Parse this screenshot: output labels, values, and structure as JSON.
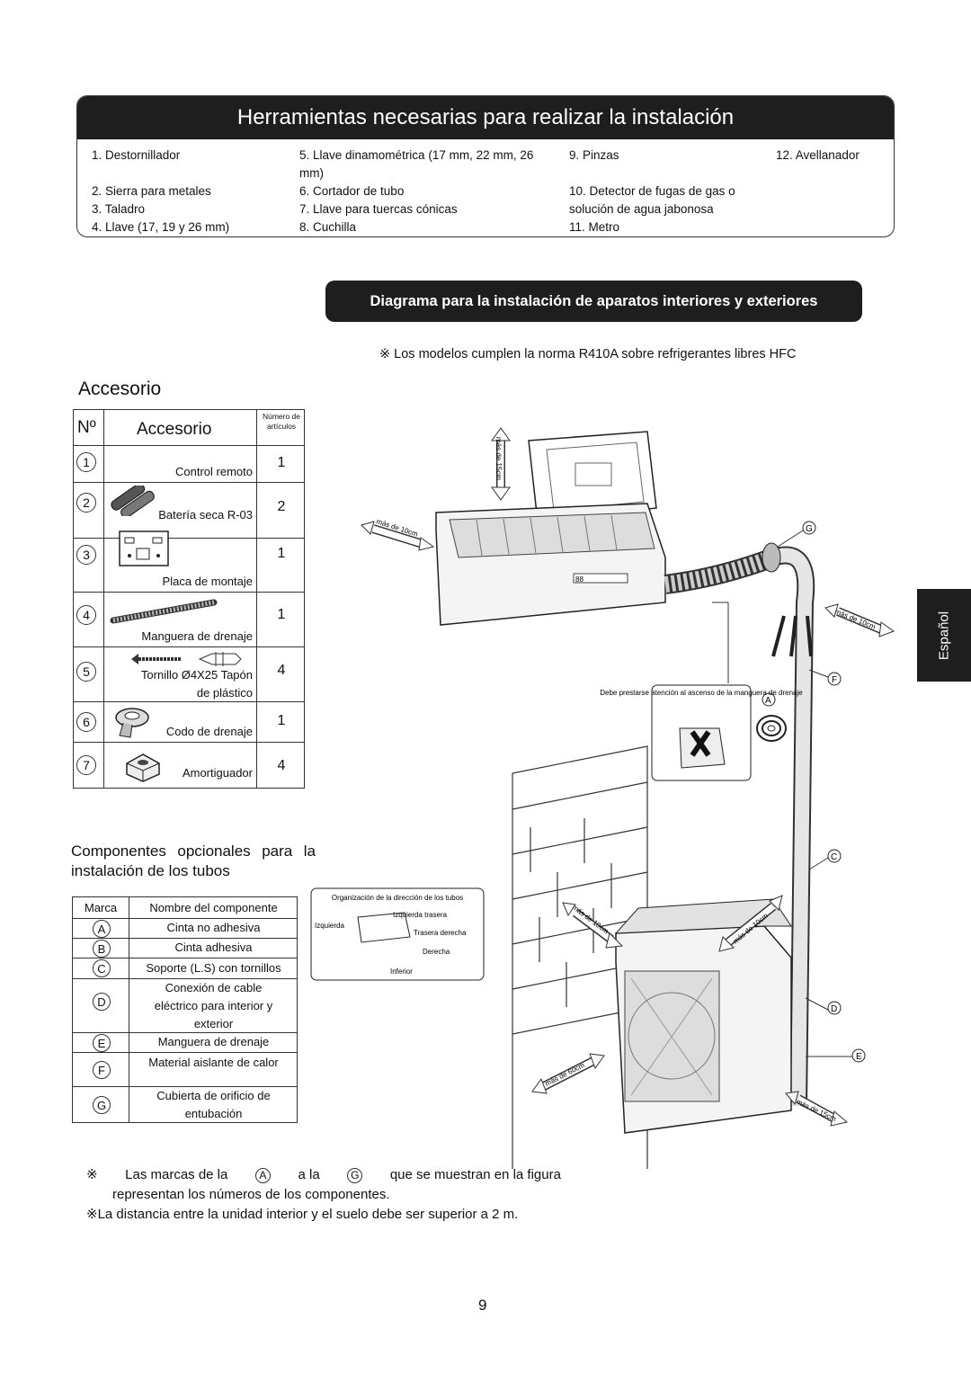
{
  "tools": {
    "title": "Herramientas necesarias para realizar la instalación",
    "items": [
      "1. Destornillador",
      "2. Sierra para metales",
      "3. Taladro",
      "4. Llave (17, 19 y 26 mm)",
      "5. Llave dinamométrica (17 mm, 22 mm, 26 mm)",
      "6. Cortador de tubo",
      "7. Llave para tuercas cónicas",
      "8. Cuchilla",
      "9. Pinzas",
      "10. Detector de fugas de gas o solución de agua jabonosa",
      "11. Metro",
      "12. Avellanador"
    ]
  },
  "diagram_banner": "Diagrama para la instalación de aparatos interiores y exteriores",
  "hfc_note": "※ Los modelos cumplen la norma R410A sobre refrigerantes libres HFC",
  "accessory_title": "Accesorio",
  "accessory_table": {
    "col_no": "Nº",
    "col_name": "Accesorio",
    "col_qty": "Número de artículos",
    "rows": [
      {
        "no": "1",
        "name": "Control remoto",
        "qty": "1"
      },
      {
        "no": "2",
        "name": "Batería seca R-03",
        "qty": "2"
      },
      {
        "no": "3",
        "name": "Placa de montaje",
        "qty": "1"
      },
      {
        "no": "4",
        "name": "Manguera de drenaje",
        "qty": "1"
      },
      {
        "no": "5",
        "name": "Tornillo Ø4X25    Tapón",
        "name2": "de plástico",
        "qty": "4"
      },
      {
        "no": "6",
        "name": "Codo de drenaje",
        "qty": "1"
      },
      {
        "no": "7",
        "name": "Amortiguador",
        "qty": "4"
      }
    ]
  },
  "components": {
    "title": "Componentes opcionales para la instalación de los tubos",
    "col_mark": "Marca",
    "col_name": "Nombre del componente",
    "rows": [
      {
        "mark": "A",
        "name": "Cinta no adhesiva"
      },
      {
        "mark": "B",
        "name": "Cinta adhesiva"
      },
      {
        "mark": "C",
        "name": "Soporte (L.S) con tornillos"
      },
      {
        "mark": "D",
        "name": "Conexión de cable eléctrico para interior y exterior"
      },
      {
        "mark": "E",
        "name": "Manguera de drenaje"
      },
      {
        "mark": "F",
        "name": "Material aislante de calor"
      },
      {
        "mark": "G",
        "name": "Cubierta de orificio de entubación"
      }
    ]
  },
  "diagram_labels": {
    "clearance_15": "más de 15cm",
    "clearance_10": "más de 10cm",
    "clearance_60": "más de 60cm",
    "drain_warning": "Debe prestarse atención al ascenso de la manguera de drenaje",
    "pipe_direction_title": "Organización de la dirección de los tubos",
    "dir_left_rear": "Izquierda trasera",
    "dir_left": "Izquierda",
    "dir_right_rear": "Trasera derecha",
    "dir_right": "Derecha",
    "dir_bottom": "Inferior",
    "unit_display": "88"
  },
  "notes": {
    "n1_prefix": "※",
    "n1_a": "Las marcas de la",
    "n1_mark1": "A",
    "n1_b": "a la",
    "n1_mark2": "G",
    "n1_c": "que se muestran en la figura",
    "n1_line2": "representan los números de los componentes.",
    "n2": "※La distancia entre la unidad interior y el suelo debe ser superior a 2 m."
  },
  "language_tab": "Español",
  "page_number": "9"
}
